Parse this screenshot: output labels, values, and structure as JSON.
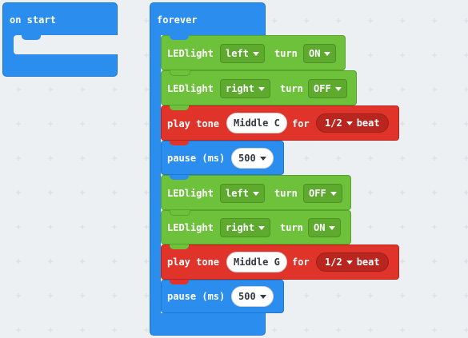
{
  "on_start": {
    "label": "on start"
  },
  "forever": {
    "label": "forever",
    "blocks": [
      {
        "type": "led",
        "keyword": "LEDlight",
        "side": "left",
        "turn": "turn",
        "state": "ON"
      },
      {
        "type": "led",
        "keyword": "LEDlight",
        "side": "right",
        "turn": "turn",
        "state": "OFF"
      },
      {
        "type": "tone",
        "keyword": "play tone",
        "note": "Middle C",
        "for": "for",
        "beat": "1/2",
        "beat_unit": "beat"
      },
      {
        "type": "pause",
        "keyword": "pause (ms)",
        "value": "500"
      },
      {
        "type": "led",
        "keyword": "LEDlight",
        "side": "left",
        "turn": "turn",
        "state": "OFF"
      },
      {
        "type": "led",
        "keyword": "LEDlight",
        "side": "right",
        "turn": "turn",
        "state": "ON"
      },
      {
        "type": "tone",
        "keyword": "play tone",
        "note": "Middle G",
        "for": "for",
        "beat": "1/2",
        "beat_unit": "beat"
      },
      {
        "type": "pause",
        "keyword": "pause (ms)",
        "value": "500"
      }
    ]
  },
  "colors": {
    "workspace": "#ecf0f3",
    "grid_mark": "#d6dce0",
    "control": "#2b8dee",
    "led": "#6ec13b",
    "music": "#e0342b"
  }
}
